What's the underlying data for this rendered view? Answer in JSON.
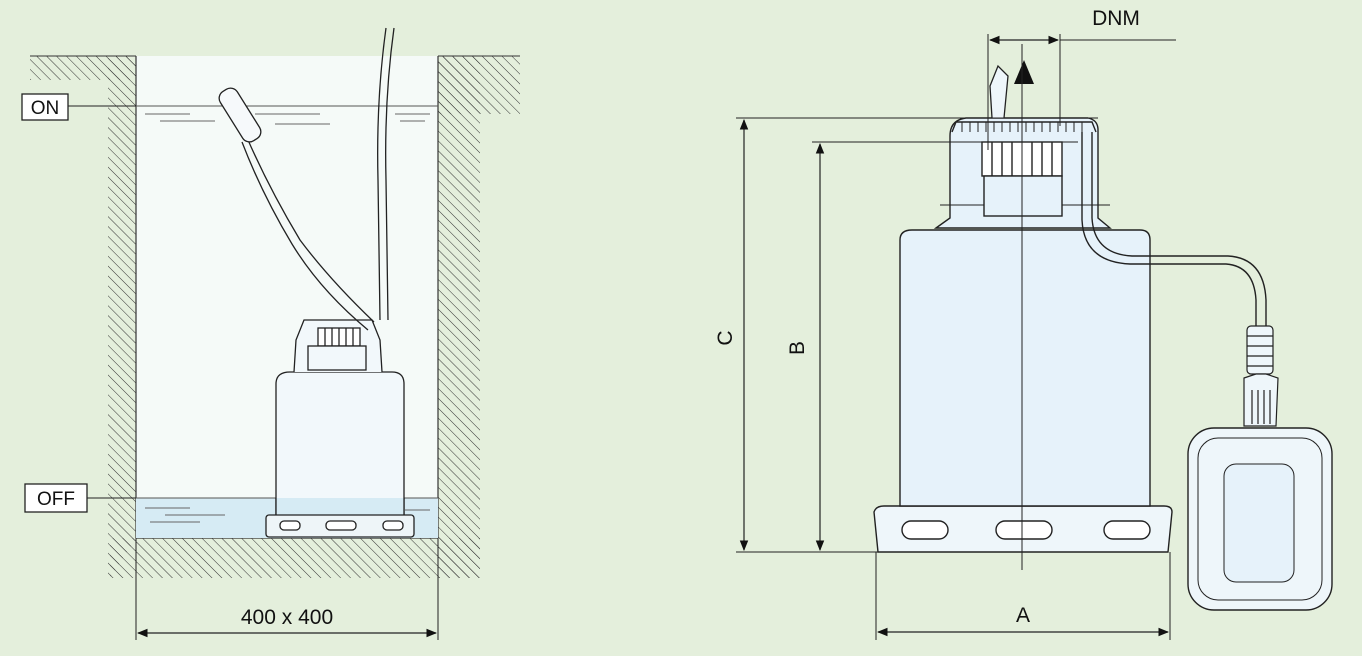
{
  "install_view": {
    "on_label": "ON",
    "off_label": "OFF",
    "pit_size_label": "400 x 400"
  },
  "dimension_view": {
    "dnm_label": "DNM",
    "c_label": "C",
    "b_label": "B",
    "a_label": "A"
  },
  "colors": {
    "background": "#e4efdc",
    "water": "#e4f1f8",
    "pump_body": "#e6f2fa",
    "line": "#222222"
  }
}
